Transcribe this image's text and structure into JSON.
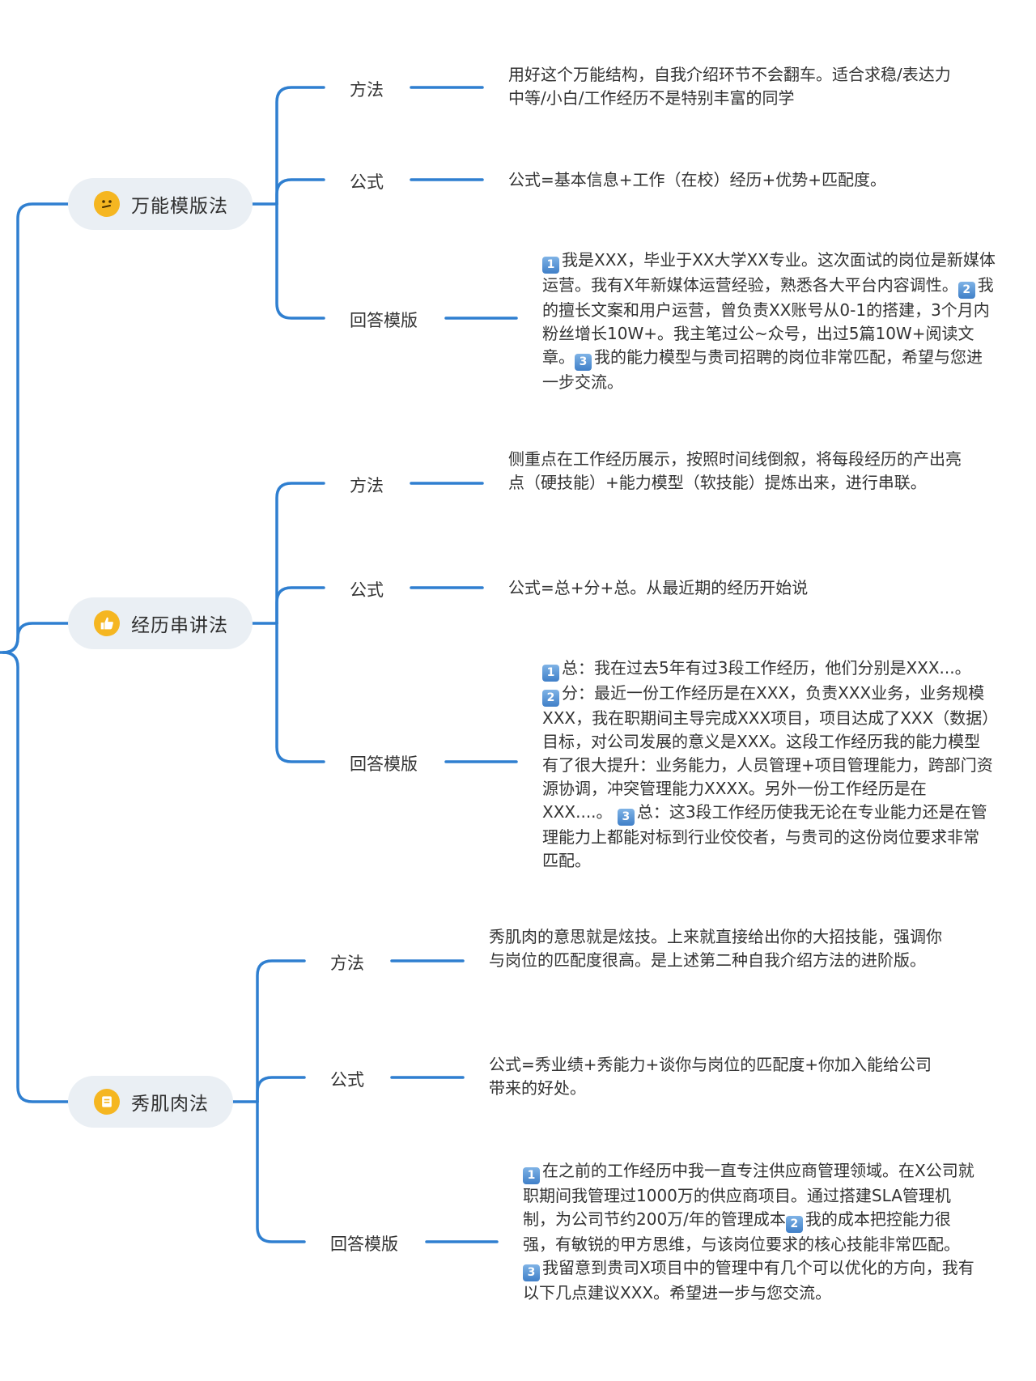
{
  "colors": {
    "line": "#2f7fd0",
    "node_bg": "#eaeff4",
    "emoji": "#f5b621"
  },
  "branches": [
    {
      "title": "万能模版法",
      "icon": "thinking-face-icon",
      "method_label": "方法",
      "method_text": "用好这个万能结构，自我介绍环节不会翻车。适合求稳/表达力中等/小白/工作经历不是特别丰富的同学",
      "formula_label": "公式",
      "formula_text": "公式=基本信息+工作（在校）经历+优势+匹配度。",
      "template_label": "回答模版",
      "template_parts": [
        "我是XXX，毕业于XX大学XX专业。这次面试的岗位是新媒体运营。我有X年新媒体运营经验，熟悉各大平台内容调性。",
        "我的擅长文案和用户运营，曾负责XX账号从0-1的搭建，3个月内粉丝增长10W+。我主笔过公~众号，出过5篇10W+阅读文章。",
        "我的能力模型与贵司招聘的岗位非常匹配，希望与您进一步交流。"
      ]
    },
    {
      "title": "经历串讲法",
      "icon": "thumbs-up-icon",
      "method_label": "方法",
      "method_text": "侧重点在工作经历展示，按照时间线倒叙，将每段经历的产出亮点（硬技能）+能力模型（软技能）提炼出来，进行串联。",
      "formula_label": "公式",
      "formula_text": "公式=总+分+总。从最近期的经历开始说",
      "template_label": "回答模版",
      "template_parts": [
        "总：我在过去5年有过3段工作经历，他们分别是XXX...。",
        "分：最近一份工作经历是在XXX，负责XXX业务，业务规模XXX，我在职期间主导完成XXX项目，项目达成了XXX（数据）目标，对公司发展的意义是XXX。这段工作经历我的能力模型有了很大提升：业务能力，人员管理+项目管理能力，跨部门资源协调，冲突管理能力XXXX。另外一份工作经历是在XXX....。",
        "总：这3段工作经历使我无论在专业能力还是在管理能力上都能对标到行业佼佼者，与贵司的这份岗位要求非常匹配。"
      ]
    },
    {
      "title": "秀肌肉法",
      "icon": "notebook-icon",
      "method_label": "方法",
      "method_text": "秀肌肉的意思就是炫技。上来就直接给出你的大招技能，强调你与岗位的匹配度很高。是上述第二种自我介绍方法的进阶版。",
      "formula_label": "公式",
      "formula_text": "公式=秀业绩+秀能力+谈你与岗位的匹配度+你加入能给公司带来的好处。",
      "template_label": "回答模版",
      "template_parts": [
        "在之前的工作经历中我一直专注供应商管理领域。在X公司就职期间我管理过1000万的供应商项目。通过搭建SLA管理机制，为公司节约200万/年的管理成本",
        "我的成本把控能力很强，有敏锐的甲方思维，与该岗位要求的核心技能非常匹配。",
        "我留意到贵司X项目中的管理中有几个可以优化的方向，我有以下几点建议XXX。希望进一步与您交流。"
      ]
    }
  ]
}
